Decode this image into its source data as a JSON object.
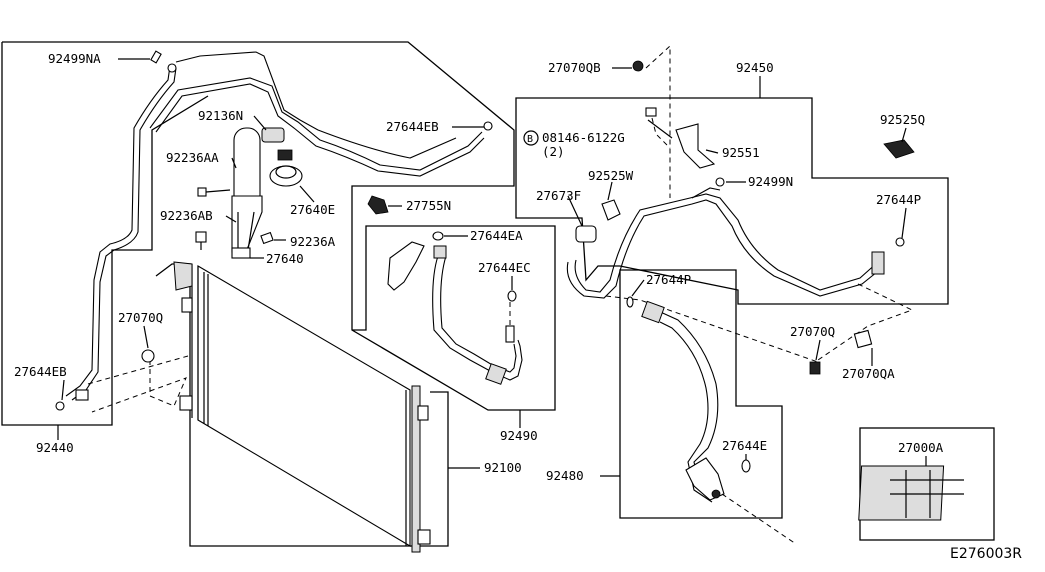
{
  "labels": {
    "p92499NA": "92499NA",
    "p92136N": "92136N",
    "p27644EB_top": "27644EB",
    "p92236AA": "92236AA",
    "p27640E": "27640E",
    "p27755N": "27755N",
    "p92236AB": "92236AB",
    "p92236A": "92236A",
    "p27640": "27640",
    "p27644EA": "27644EA",
    "p27644EC": "27644EC",
    "p27070Q_left": "27070Q",
    "p27644EB_left": "27644EB",
    "p92440": "92440",
    "p92490": "92490",
    "p92100": "92100",
    "p27070QB": "27070QB",
    "p92450": "92450",
    "p92525Q": "92525Q",
    "p08146": "08146-6122G",
    "p08146_qty": "(2)",
    "p08146_prefix": "B",
    "p92551": "92551",
    "p27673F": "27673F",
    "p92525W": "92525W",
    "p92499N": "92499N",
    "p27644P_right": "27644P",
    "p27644P_mid": "27644P",
    "p27070Q_right": "27070Q",
    "p27070QA": "27070QA",
    "p92480": "92480",
    "p27644E": "27644E",
    "p27000A": "27000A",
    "diagram_code": "E276003R"
  }
}
